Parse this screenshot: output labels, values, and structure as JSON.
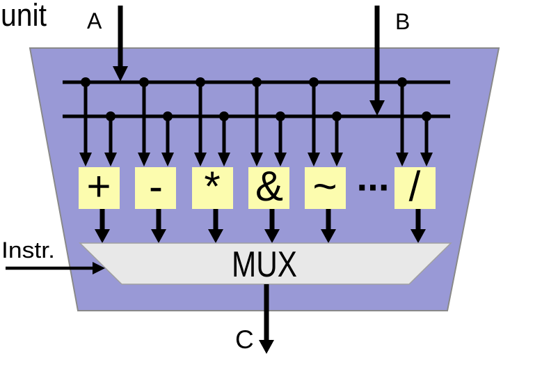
{
  "diagram": {
    "title_fragment": "unit",
    "inputs": {
      "a": "A",
      "b": "B"
    },
    "control": {
      "label": "Instr."
    },
    "output": {
      "label": "C"
    },
    "mux": {
      "label": "MUX"
    },
    "operations": [
      {
        "name": "add",
        "label": "+"
      },
      {
        "name": "subtract",
        "label": "-"
      },
      {
        "name": "multiply",
        "label": "*"
      },
      {
        "name": "and",
        "label": "&"
      },
      {
        "name": "not",
        "label": "~"
      },
      {
        "name": "divide",
        "label": "/"
      }
    ],
    "ellipsis": "···",
    "colors": {
      "alu_body": "#9999d6",
      "alu_border": "#898989",
      "op_box": "#fcfcae",
      "mux_fill": "#e8e8e8",
      "mux_border": "#a0a0a0",
      "wire": "#000000"
    }
  }
}
